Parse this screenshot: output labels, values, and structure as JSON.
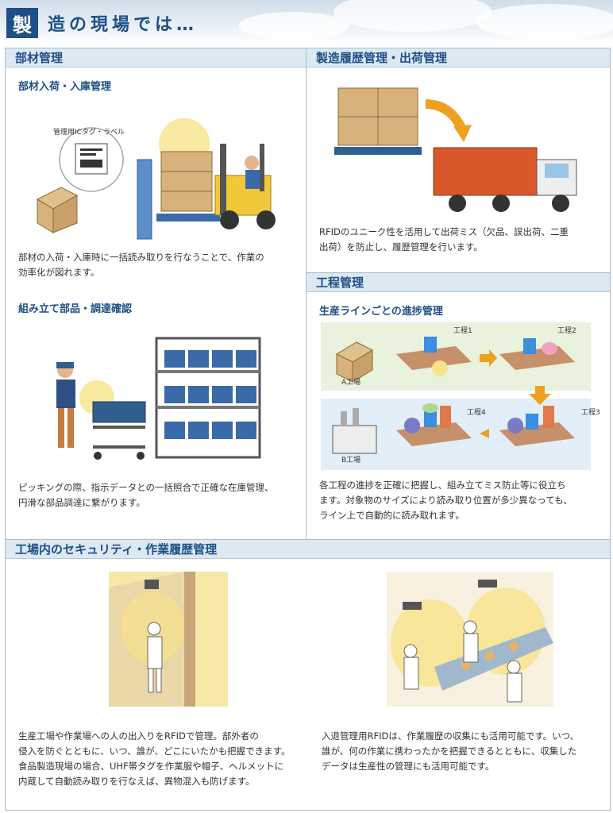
{
  "header": {
    "badge": "製",
    "title": "造の現場では…"
  },
  "parts": {
    "title": "部材管理",
    "sub1": "部材入荷・入庫管理",
    "tag_label": "管理用ICタグ・ラベル",
    "text1": [
      "部材の入荷・入庫時に一括読み取りを行なうことで、作業の",
      "効率化が図れます。"
    ],
    "sub2": "組み立て部品・調達確認",
    "text2": [
      "ピッキングの際、指示データとの一括照合で正確な在庫管理、",
      "円滑な部品調達に繋がります。"
    ]
  },
  "history": {
    "title": "製造履歴管理・出荷管理",
    "text": [
      "RFIDのユニーク性を活用して出荷ミス（欠品、誤出荷、二重",
      "出荷）を防止し、履歴管理を行います。"
    ]
  },
  "process": {
    "title": "工程管理",
    "sub": "生産ラインごとの進捗管理",
    "labels": {
      "a": "A工場",
      "b": "B工場",
      "p1": "工程1",
      "p2": "工程2",
      "p3": "工程3",
      "p4": "工程4"
    },
    "text": [
      "各工程の進捗を正確に把握し、組み立てミス防止等に役立ち",
      "ます。対象物のサイズにより読み取り位置が多少異なっても、",
      "ライン上で自動的に読み取れます。"
    ]
  },
  "security": {
    "title": "工場内のセキュリティ・作業履歴管理",
    "text_left": [
      "生産工場や作業場への人の出入りをRFIDで管理。部外者の",
      "侵入を防ぐとともに、いつ、誰が、どこにいたかも把握できます。",
      "食品製造現場の場合、UHF帯タグを作業服や帽子、ヘルメットに",
      "内蔵して自動読み取りを行なえば、異物混入も防げます。"
    ],
    "text_right": [
      "入退管理用RFIDは、作業履歴の収集にも活用可能です。いつ、",
      "誰が、何の作業に携わったかを把握できるとともに、収集した",
      "データは生産性の管理にも活用可能です。"
    ]
  }
}
